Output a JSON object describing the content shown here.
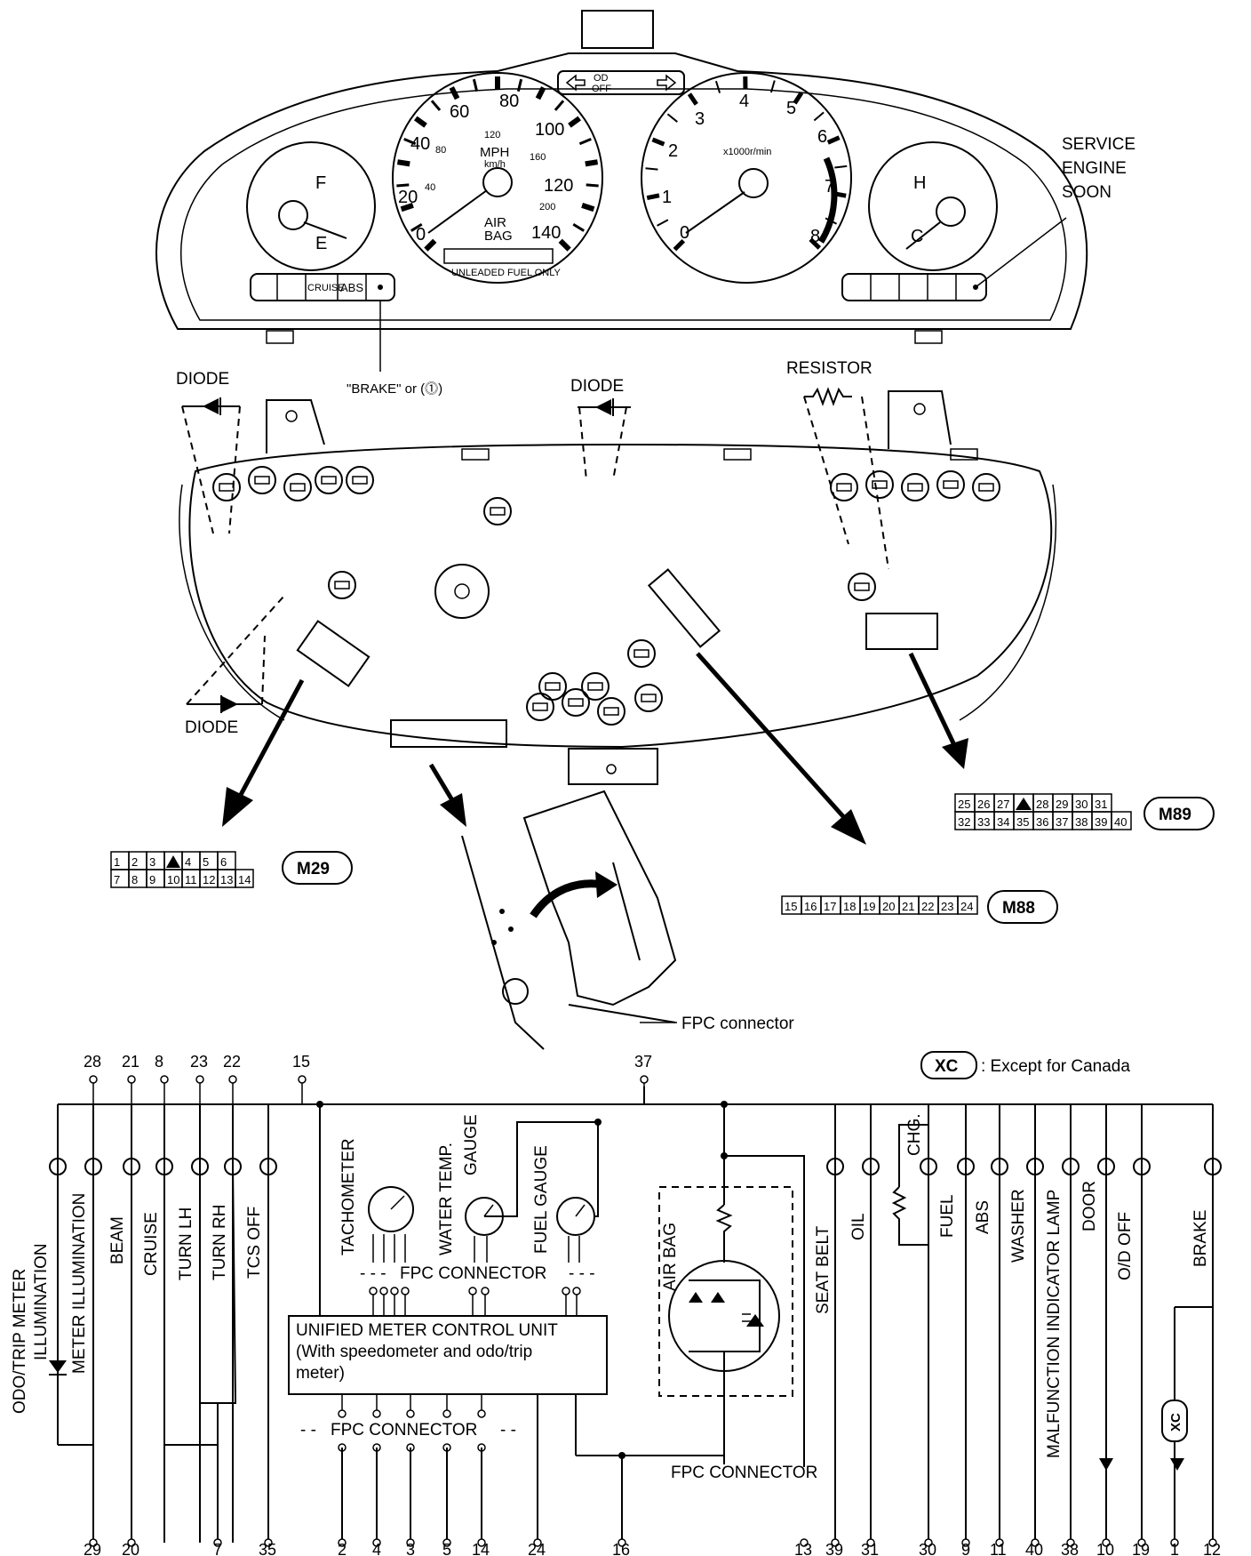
{
  "cluster": {
    "speedo_mph": [
      "0",
      "20",
      "40",
      "60",
      "80",
      "100",
      "120",
      "140"
    ],
    "speedo_kmh": [
      "40",
      "80",
      "120",
      "160",
      "200"
    ],
    "speedo_unit": "MPH",
    "speedo_unit_sub": "km/h",
    "airbag": [
      "AIR",
      "BAG"
    ],
    "unleaded": "UNLEADED FUEL ONLY",
    "tach": [
      "0",
      "1",
      "2",
      "3",
      "4",
      "5",
      "6",
      "7",
      "8"
    ],
    "tach_unit": "x1000r/min",
    "fuel_f": "F",
    "fuel_e": "E",
    "temp_h": "H",
    "temp_c": "C",
    "od_off": [
      "OD",
      "OFF"
    ],
    "left_lamps": [
      "CRUISE",
      "ABS"
    ],
    "service_engine_soon": [
      "SERVICE",
      "ENGINE",
      "SOON"
    ],
    "brake_note": "\"BRAKE\" or (⓵)"
  },
  "labels": {
    "diode": "DIODE",
    "resistor": "RESISTOR",
    "fpc_connector": "FPC connector"
  },
  "connectors": {
    "m29": {
      "name": "M29",
      "row1": [
        "1",
        "2",
        "3",
        "",
        "4",
        "5",
        "6"
      ],
      "row2": [
        "7",
        "8",
        "9",
        "10",
        "11",
        "12",
        "13",
        "14"
      ]
    },
    "m88": {
      "name": "M88",
      "row1": [
        "15",
        "16",
        "17",
        "18",
        "19",
        "20",
        "21",
        "22",
        "23",
        "24"
      ]
    },
    "m89": {
      "name": "M89",
      "row1": [
        "25",
        "26",
        "27",
        "",
        "28",
        "29",
        "30",
        "31"
      ],
      "row2": [
        "32",
        "33",
        "34",
        "35",
        "36",
        "37",
        "38",
        "39",
        "40"
      ]
    }
  },
  "schematic": {
    "legend_tag": "XC",
    "legend_text": ": Except for Canada",
    "top_pins": [
      "28",
      "21",
      "8",
      "23",
      "22",
      "15",
      "37"
    ],
    "bottom_pins": [
      "29",
      "20",
      "7",
      "35",
      "2",
      "4",
      "3",
      "5",
      "14",
      "24",
      "16",
      "13",
      "39",
      "31",
      "30",
      "9",
      "11",
      "40",
      "38",
      "10",
      "19",
      "1",
      "12"
    ],
    "lamps": [
      "ODO/TRIP METER",
      "ILLUMINATION",
      "METER ILLUMINATION",
      "BEAM",
      "CRUISE",
      "TURN LH",
      "TURN RH",
      "TCS OFF",
      "SEAT BELT",
      "OIL",
      "CHG.",
      "FUEL",
      "ABS",
      "WASHER",
      "MALFUNCTION INDICATOR LAMP",
      "DOOR",
      "O/D OFF",
      "BRAKE"
    ],
    "gauges": [
      "TACHOMETER",
      "WATER TEMP.",
      "GAUGE",
      "FUEL GAUGE"
    ],
    "fpc_connector_caps": "FPC CONNECTOR",
    "control_unit": [
      "UNIFIED METER CONTROL UNIT",
      "(With speedometer and odo/trip",
      "meter)"
    ],
    "air_bag": "AIR BAG"
  }
}
